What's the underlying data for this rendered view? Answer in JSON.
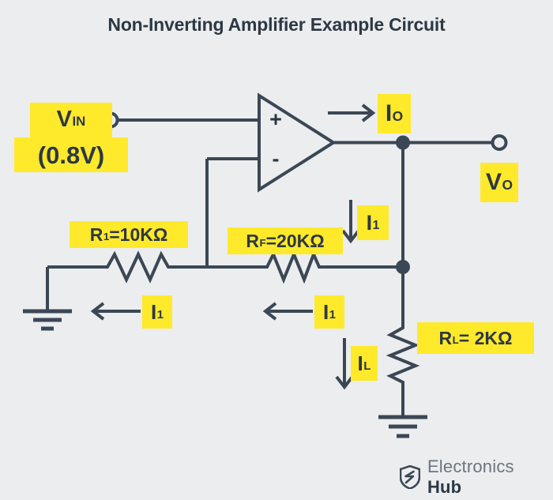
{
  "title": "Non-Inverting Amplifier Example Circuit",
  "colors": {
    "background": "#ebedef",
    "wire": "#3b4754",
    "highlight": "#ffe92b",
    "text": "#2d3843",
    "logo_gray": "#6b7580"
  },
  "labels": {
    "vin_symbol": "V",
    "vin_subscript": "IN",
    "vin_value": "(0.8V)",
    "io_symbol": "I",
    "io_subscript": "O",
    "vo_symbol": "V",
    "vo_subscript": "O",
    "r1": "R",
    "r1_subscript": "1",
    "r1_value": "=10KΩ",
    "rf": "R",
    "rf_subscript": "F",
    "rf_value": "=20KΩ",
    "rl": "R",
    "rl_subscript": "L",
    "rl_value": " = 2KΩ",
    "i1_symbol": "I",
    "i1_subscript": "1",
    "il_symbol": "I",
    "il_subscript": "L",
    "opamp_plus": "+",
    "opamp_minus": "-"
  },
  "logo": {
    "name_light": "Electronics ",
    "name_bold": "Hub"
  },
  "circuit": {
    "components": [
      "input-terminal",
      "opamp",
      "output-terminal",
      "resistor-r1",
      "resistor-rf",
      "resistor-rl",
      "ground-left",
      "ground-bottom",
      "junction-output",
      "junction-feedback"
    ]
  }
}
